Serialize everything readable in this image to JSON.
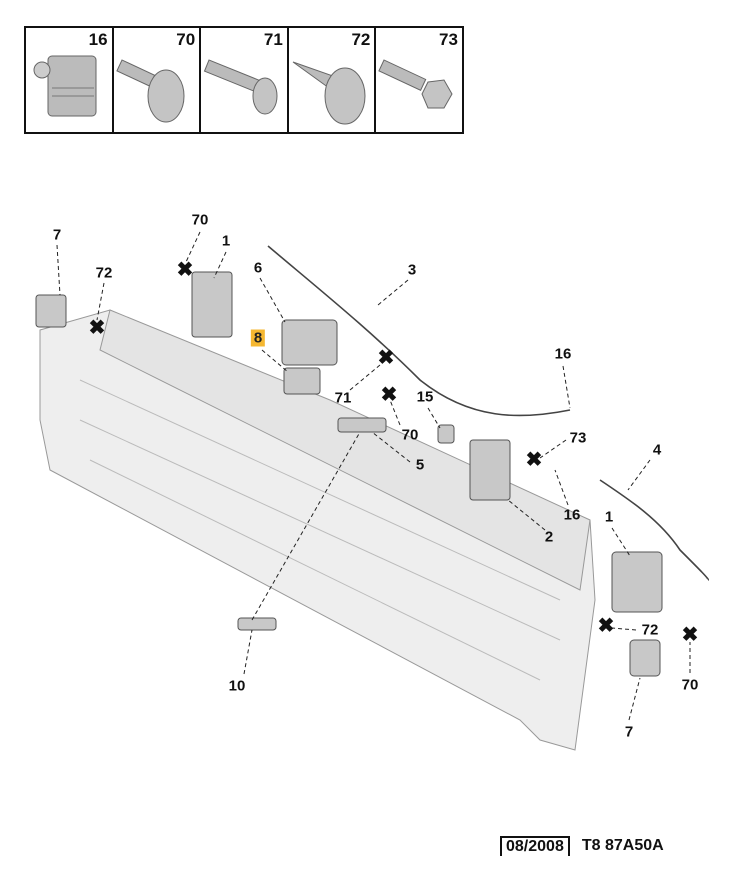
{
  "legend": [
    {
      "number": "16",
      "part": "clip-nut"
    },
    {
      "number": "70",
      "part": "flat-head-screw"
    },
    {
      "number": "71",
      "part": "torx-screw"
    },
    {
      "number": "72",
      "part": "self-tapping-screw-washer"
    },
    {
      "number": "73",
      "part": "hex-bolt"
    }
  ],
  "callouts": {
    "c7a": "7",
    "c72a": "72",
    "c70a": "70",
    "c1a": "1",
    "c6": "6",
    "c3": "3",
    "c8": "8",
    "c71": "71",
    "c70b": "70",
    "c15": "15",
    "c16a": "16",
    "c73": "73",
    "c5": "5",
    "c4": "4",
    "c16b": "16",
    "c2": "2",
    "c1b": "1",
    "c72b": "72",
    "c70c": "70",
    "c7b": "7",
    "c10": "10"
  },
  "highlight_color": "#f5b731",
  "footer": {
    "date": "08/2008",
    "reference": "T8 87A50A"
  }
}
